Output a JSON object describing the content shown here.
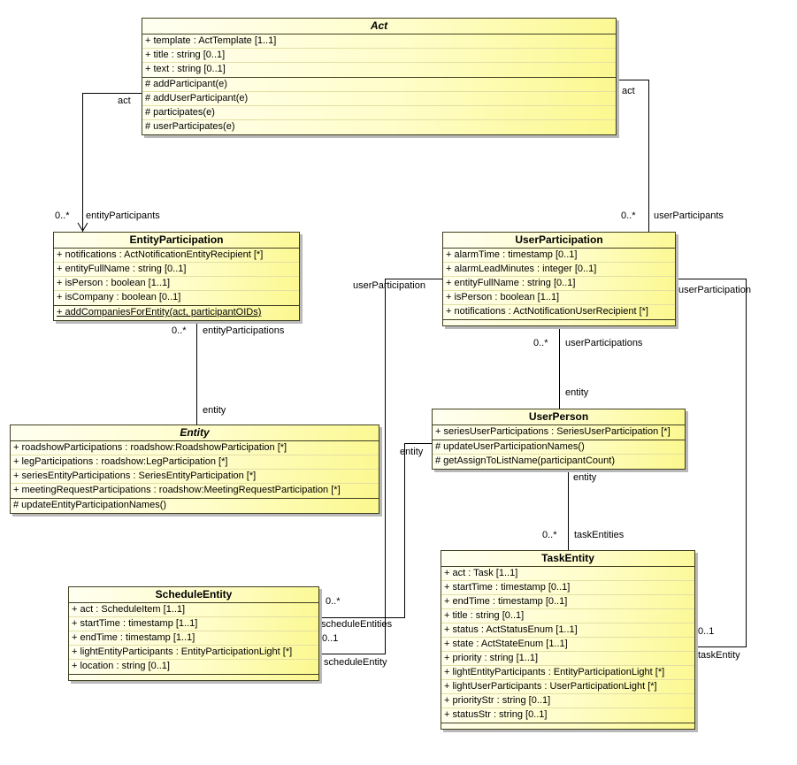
{
  "diagram_type": "uml-class-diagram",
  "colors": {
    "class_fill_light": "#fffff2",
    "class_fill_dark": "#fbf88e",
    "class_border": "#3e3e1f",
    "shadow": "#b9b9b9",
    "line": "#000000",
    "background": "#ffffff"
  },
  "classes": {
    "act": {
      "name": "Act",
      "abstract": true,
      "attributes": [
        {
          "text": "+ template : ActTemplate [1..1]"
        },
        {
          "text": "+ title : string [0..1]"
        },
        {
          "text": "+ text : string [0..1]"
        }
      ],
      "operations": [
        {
          "text": "# addParticipant(e)"
        },
        {
          "text": "# addUserParticipant(e)"
        },
        {
          "text": "# participates(e)"
        },
        {
          "text": "# userParticipates(e)"
        }
      ]
    },
    "entityParticipation": {
      "name": "EntityParticipation",
      "abstract": false,
      "attributes": [
        {
          "text": "+ notifications : ActNotificationEntityRecipient [*]"
        },
        {
          "text": "+ entityFullName : string [0..1]"
        },
        {
          "text": "+ isPerson : boolean [1..1]"
        },
        {
          "text": "+ isCompany : boolean [0..1]"
        }
      ],
      "operations": [
        {
          "text": "+ addCompaniesForEntity(act, participantOIDs)",
          "underline": true
        }
      ]
    },
    "userParticipation": {
      "name": "UserParticipation",
      "abstract": false,
      "attributes": [
        {
          "text": "+ alarmTime : timestamp [0..1]"
        },
        {
          "text": "+ alarmLeadMinutes : integer [0..1]"
        },
        {
          "text": "+ entityFullName : string [0..1]"
        },
        {
          "text": "+ isPerson : boolean [1..1]"
        },
        {
          "text": "+ notifications : ActNotificationUserRecipient [*]"
        }
      ],
      "operations": []
    },
    "entity": {
      "name": "Entity",
      "abstract": true,
      "attributes": [
        {
          "text": "+ roadshowParticipations : roadshow:RoadshowParticipation [*]"
        },
        {
          "text": "+ legParticipations : roadshow:LegParticipation [*]"
        },
        {
          "text": "+ seriesEntityParticipations : SeriesEntityParticipation [*]"
        },
        {
          "text": "+ meetingRequestParticipations : roadshow:MeetingRequestParticipation [*]"
        }
      ],
      "operations": [
        {
          "text": "# updateEntityParticipationNames()"
        }
      ]
    },
    "userPerson": {
      "name": "UserPerson",
      "abstract": false,
      "attributes": [
        {
          "text": "+ seriesUserParticipations : SeriesUserParticipation [*]"
        }
      ],
      "operations": [
        {
          "text": "# updateUserParticipationNames()"
        },
        {
          "text": "# getAssignToListName(participantCount)"
        }
      ]
    },
    "scheduleEntity": {
      "name": "ScheduleEntity",
      "abstract": false,
      "attributes": [
        {
          "text": "+ act : ScheduleItem [1..1]"
        },
        {
          "text": "+ startTime : timestamp [1..1]"
        },
        {
          "text": "+ endTime : timestamp [1..1]"
        },
        {
          "text": "+ lightEntityParticipants : EntityParticipationLight [*]"
        },
        {
          "text": "+ location : string [0..1]"
        }
      ],
      "operations": []
    },
    "taskEntity": {
      "name": "TaskEntity",
      "abstract": false,
      "attributes": [
        {
          "text": "+ act : Task [1..1]"
        },
        {
          "text": "+ startTime : timestamp [0..1]"
        },
        {
          "text": "+ endTime : timestamp [0..1]"
        },
        {
          "text": "+ title : string [0..1]"
        },
        {
          "text": "+ status : ActStatusEnum [1..1]"
        },
        {
          "text": "+ state : ActStateEnum [1..1]"
        },
        {
          "text": "+ priority : string [1..1]"
        },
        {
          "text": "+ lightEntityParticipants : EntityParticipationLight [*]"
        },
        {
          "text": "+ lightUserParticipants : UserParticipationLight [*]"
        },
        {
          "text": "+ priorityStr : string [0..1]"
        },
        {
          "text": "+ statusStr : string [0..1]"
        }
      ],
      "operations": []
    }
  },
  "edges": [
    {
      "from": "Act",
      "to": "EntityParticipation",
      "a_label": "act",
      "b_mult": "0..*",
      "b_label": "entityParticipants"
    },
    {
      "from": "Act",
      "to": "UserParticipation",
      "a_label": "act",
      "b_mult": "0..*",
      "b_label": "userParticipants"
    },
    {
      "from": "EntityParticipation",
      "to": "Entity",
      "a_mult": "0..*",
      "a_label": "entityParticipations",
      "b_label": "entity"
    },
    {
      "from": "UserParticipation",
      "to": "UserPerson",
      "a_mult": "0..*",
      "a_label": "userParticipations",
      "b_label": "entity"
    },
    {
      "from": "UserPerson",
      "to": "TaskEntity",
      "a_label": "entity",
      "b_mult": "0..*",
      "b_label": "taskEntities"
    },
    {
      "from": "UserParticipation",
      "to": "ScheduleEntity",
      "a_label": "userParticipation",
      "b_mult": "0..1",
      "b_label": "scheduleEntity"
    },
    {
      "from": "UserPerson",
      "to": "ScheduleEntity",
      "a_label": "entity",
      "b_mult": "0..*",
      "b_label": "scheduleEntities"
    },
    {
      "from": "UserParticipation",
      "to": "TaskEntity",
      "a_label": "userParticipation",
      "b_mult": "0..1",
      "b_label": "taskEntity"
    }
  ]
}
